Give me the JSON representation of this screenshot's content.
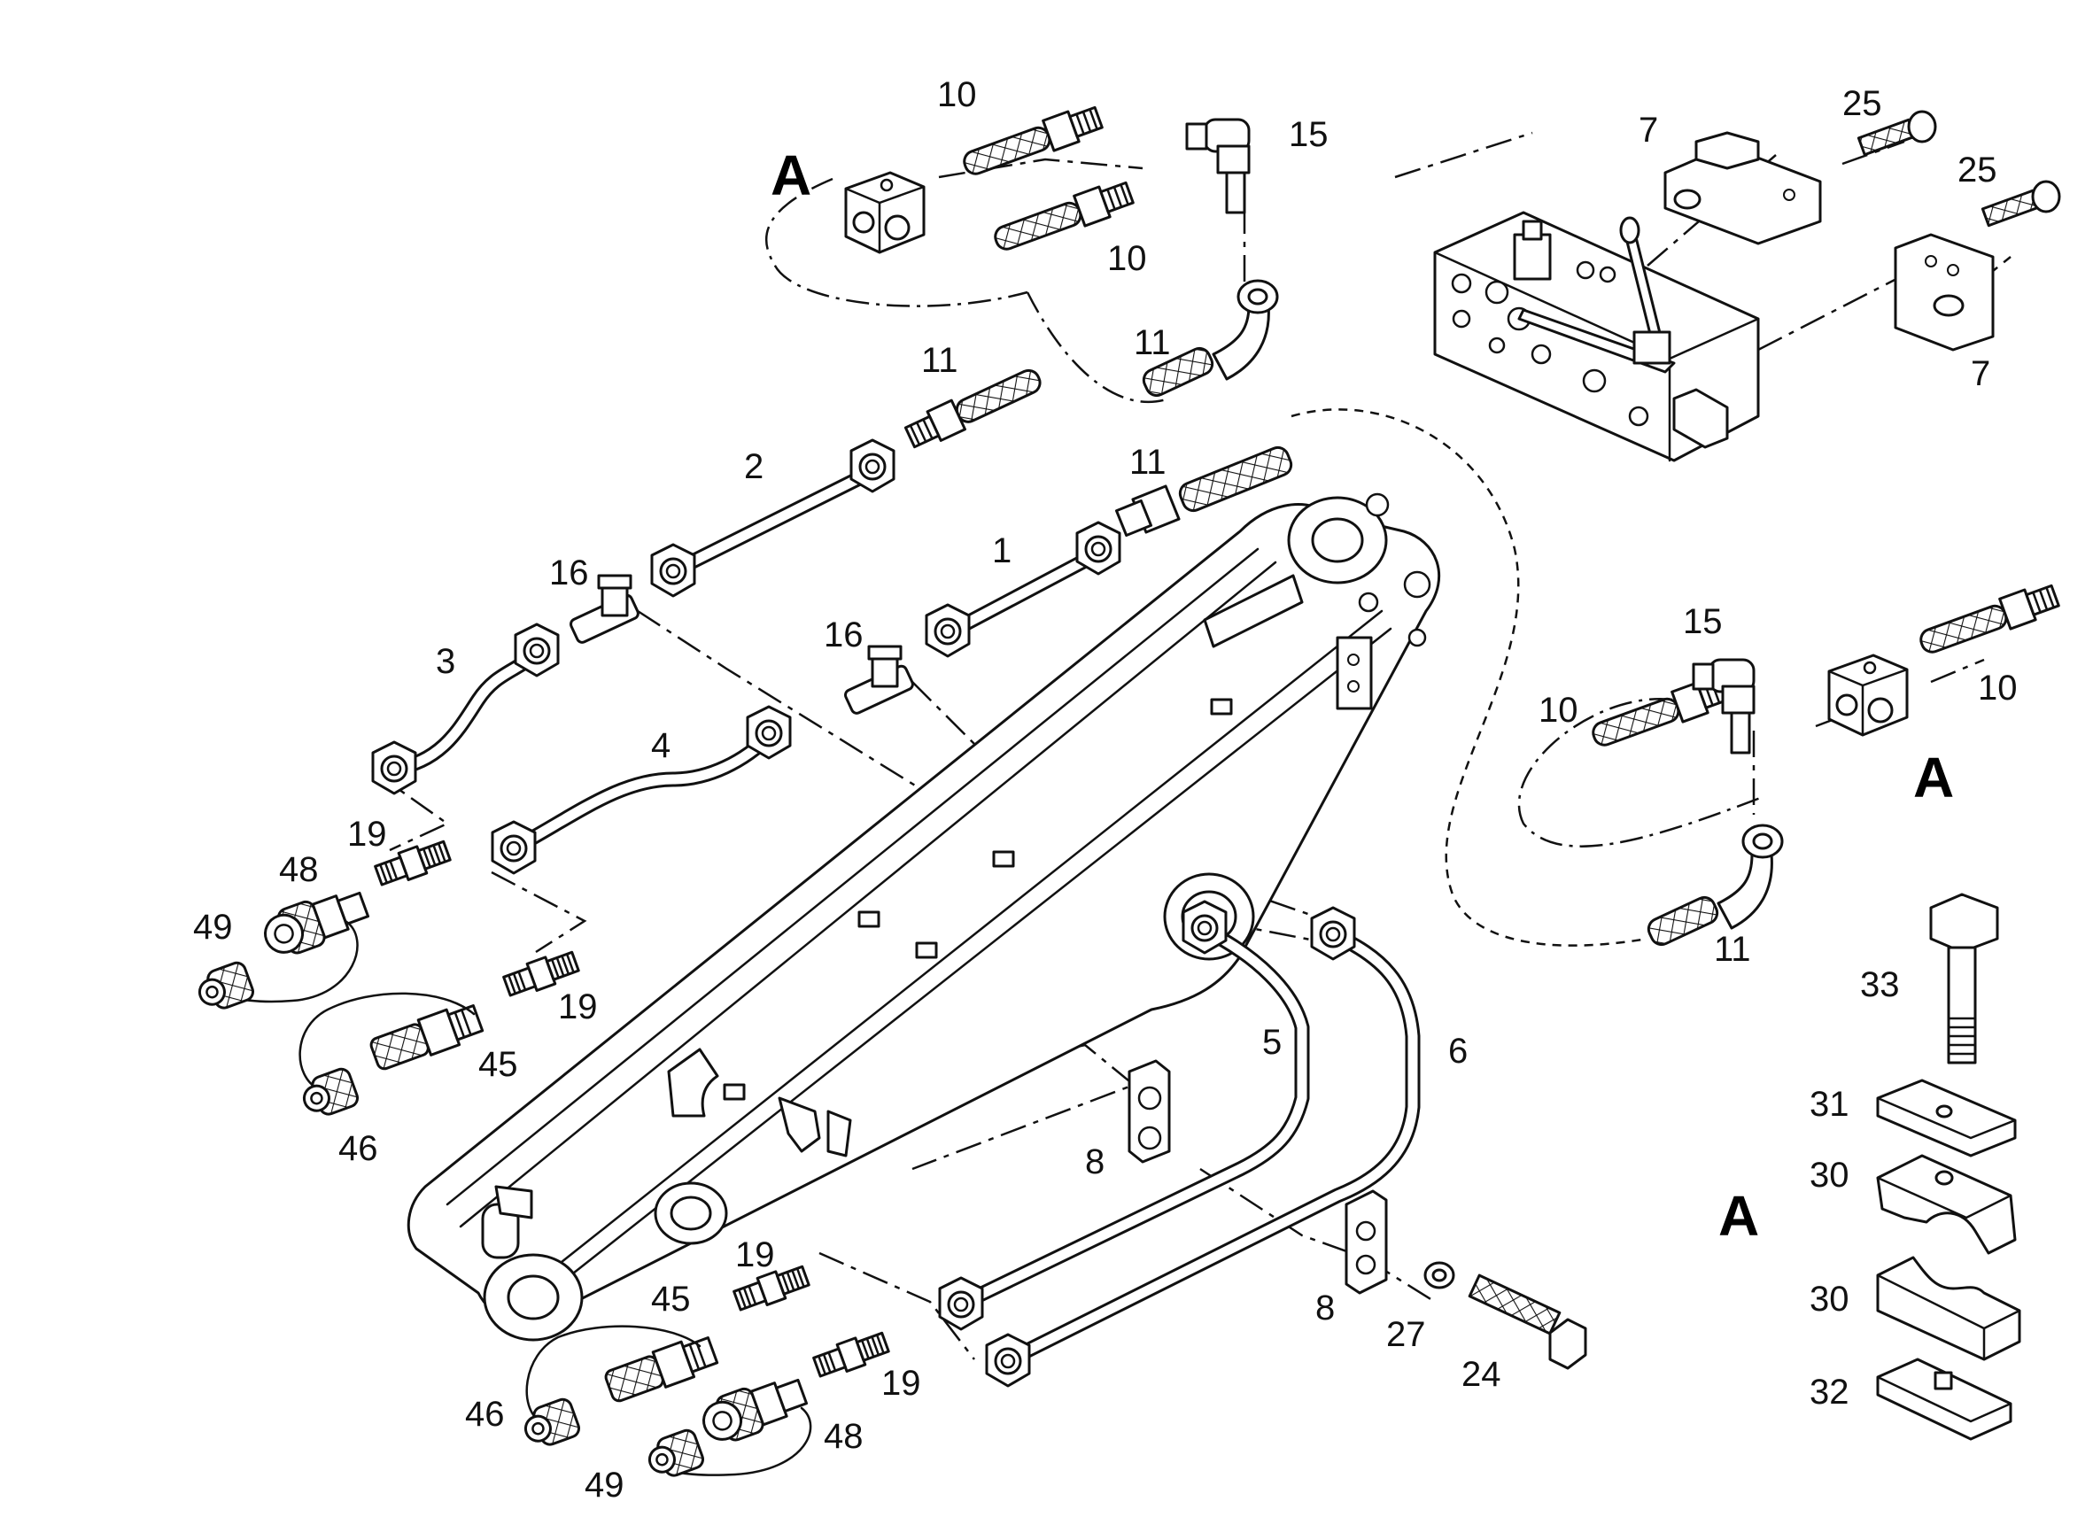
{
  "section_labels": {
    "top_left": "A",
    "right": "A",
    "bottom_right": "A"
  },
  "callouts": {
    "c10_top": "10",
    "c10_mid": "10",
    "c15_top": "15",
    "c11_a": "11",
    "c11_b": "11",
    "c11_c": "11",
    "c2": "2",
    "c1": "1",
    "c16_left": "16",
    "c16_mid": "16",
    "c3": "3",
    "c4": "4",
    "c19_upper": "19",
    "c48_upper": "48",
    "c49_upper": "49",
    "c19_mid": "19",
    "c45_upper": "45",
    "c46_upper": "46",
    "c5": "5",
    "c6": "6",
    "c8_mid": "8",
    "c8_low": "8",
    "c27": "27",
    "c24": "24",
    "c19_low_a": "19",
    "c45_low": "45",
    "c46_low": "46",
    "c19_low_b": "19",
    "c48_low": "48",
    "c49_low": "49",
    "c7_top": "7",
    "c25_a": "25",
    "c25_b": "25",
    "c7_right": "7",
    "c15_right": "15",
    "c10_right_a": "10",
    "c10_right_b": "10",
    "c11_right": "11",
    "c33": "33",
    "c31": "31",
    "c30_a": "30",
    "c30_b": "30",
    "c32": "32"
  }
}
